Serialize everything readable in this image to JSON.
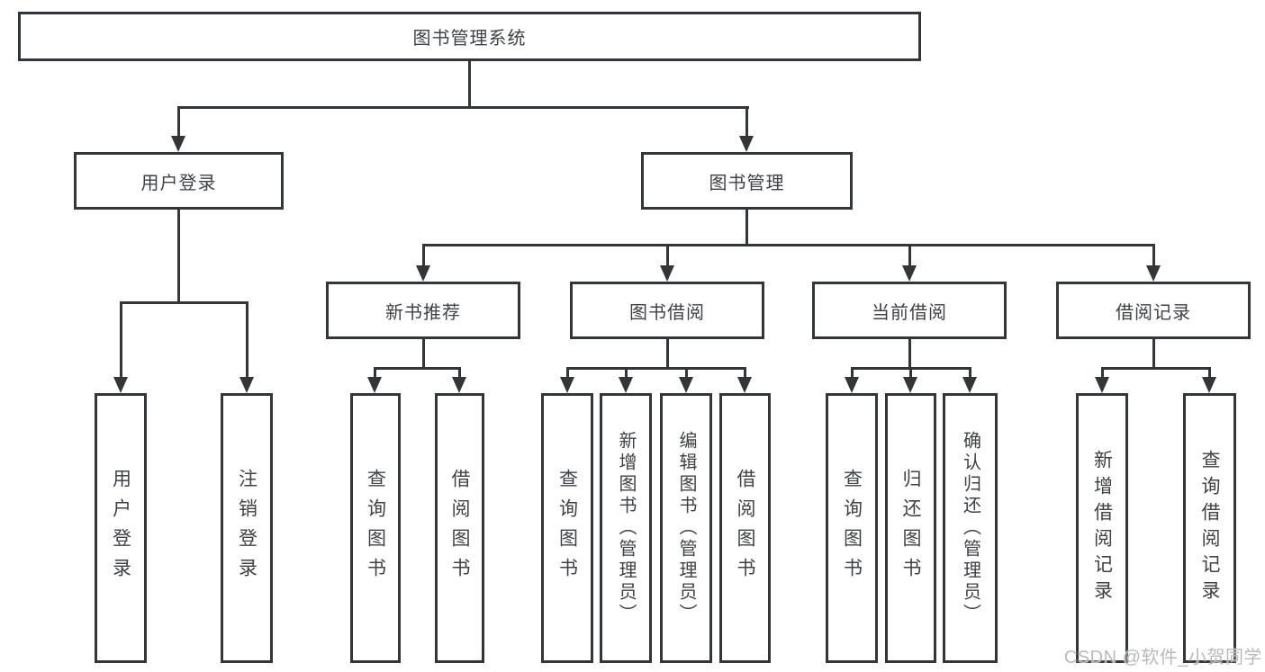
{
  "colors": {
    "line": "#333639",
    "text": "#3e4146",
    "watermark": "#b9babc",
    "background": "#ffffff"
  },
  "nodes": {
    "root": {
      "label": "图书管理系统"
    },
    "level2": [
      {
        "label": "用户登录"
      },
      {
        "label": "图书管理"
      }
    ],
    "level3": [
      {
        "label": "新书推荐"
      },
      {
        "label": "图书借阅"
      },
      {
        "label": "当前借阅"
      },
      {
        "label": "借阅记录"
      }
    ],
    "leaves": {
      "login": [
        {
          "label": "用户登录"
        },
        {
          "label": "注销登录"
        }
      ],
      "recommend": [
        {
          "label": "查询图书"
        },
        {
          "label": "借阅图书"
        }
      ],
      "borrow": [
        {
          "label": "查询图书"
        },
        {
          "label": "新增图书（管理员）"
        },
        {
          "label": "编辑图书（管理员）"
        },
        {
          "label": "借阅图书"
        }
      ],
      "current": [
        {
          "label": "查询图书"
        },
        {
          "label": "归还图书"
        },
        {
          "label": "确认归还（管理员）"
        }
      ],
      "records": [
        {
          "label": "新增借阅记录"
        },
        {
          "label": "查询借阅记录"
        }
      ]
    }
  },
  "watermark": "CSDN @软件_小贺同学"
}
